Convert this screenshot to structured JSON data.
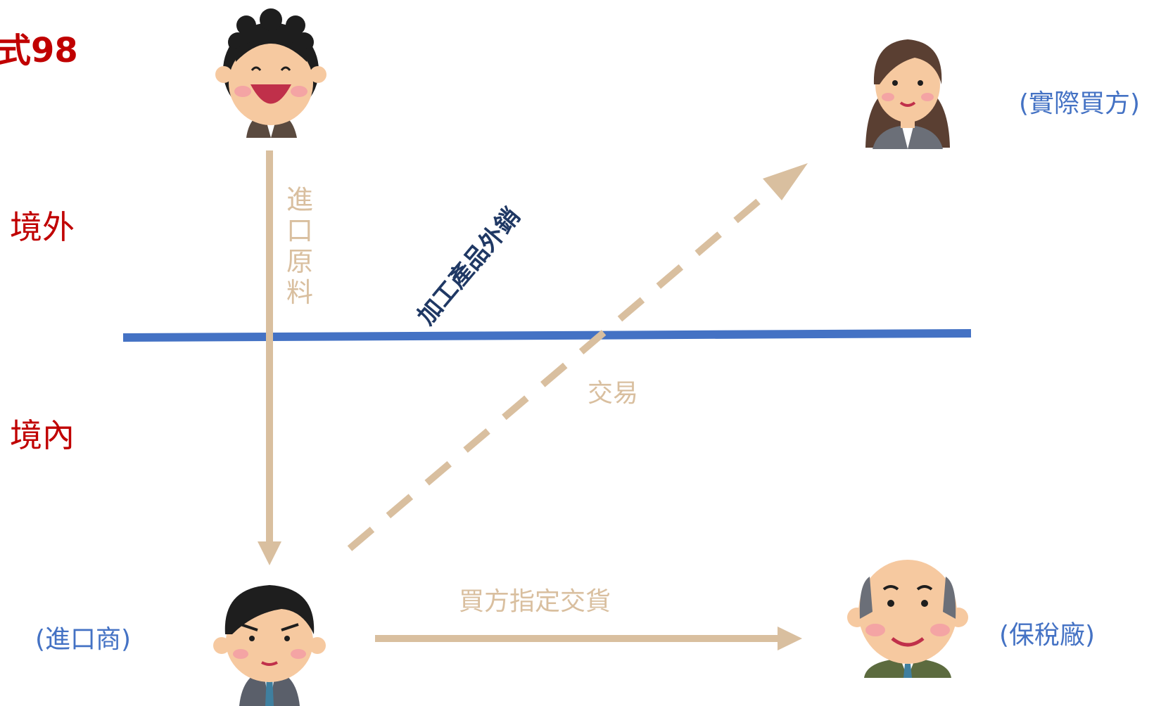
{
  "title": "式98",
  "zones": {
    "outside": "境外",
    "inside": "境內"
  },
  "roles": {
    "actual_buyer": "(實際買方)",
    "importer": "(進口商)",
    "bonded_factory": "(保稅廠)"
  },
  "flows": {
    "import_materials": "進口原料",
    "transaction": "交易",
    "buyer_designated_delivery": "買方指定交貨",
    "processed_export": "加工產品外銷"
  },
  "colors": {
    "zone_text": "#c00000",
    "role_text": "#4472c4",
    "flow_arrow": "#d9bf9f",
    "border_line": "#4472c4",
    "export_label": "#1f3864"
  }
}
